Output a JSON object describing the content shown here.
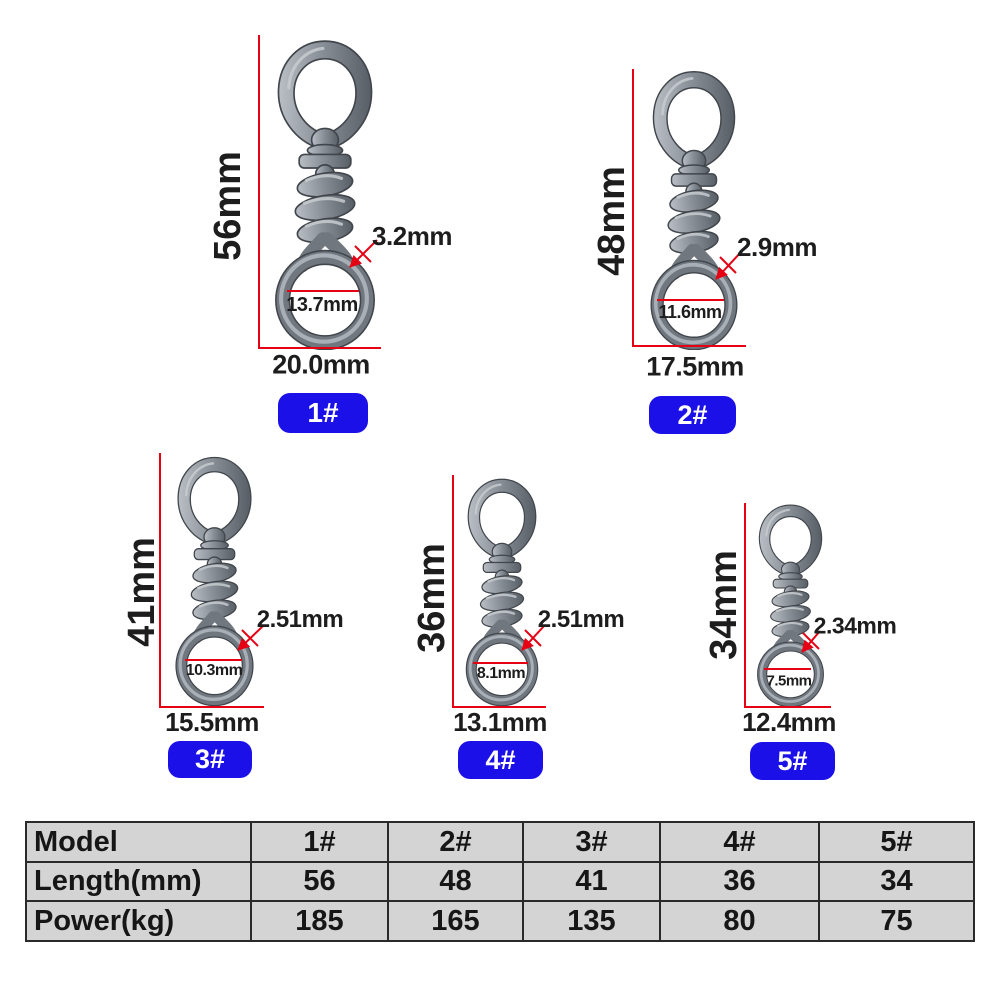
{
  "colors": {
    "background": "#ffffff",
    "accent_red": "#e60014",
    "badge_blue": "#1c10e8",
    "badge_text": "#ffffff",
    "metal_mid": "#878d94",
    "table_cell_bg": "#d4d4d4",
    "table_border": "#2a2a2a",
    "text_color": "#1d1d1d"
  },
  "swivels": [
    {
      "model": "1#",
      "height": "56mm",
      "wire_diameter": "3.2mm",
      "inner_diameter": "13.7mm",
      "width": "20.0mm"
    },
    {
      "model": "2#",
      "height": "48mm",
      "wire_diameter": "2.9mm",
      "inner_diameter": "11.6mm",
      "width": "17.5mm"
    },
    {
      "model": "3#",
      "height": "41mm",
      "wire_diameter": "2.51mm",
      "inner_diameter": "10.3mm",
      "width": "15.5mm"
    },
    {
      "model": "4#",
      "height": "36mm",
      "wire_diameter": "2.51mm",
      "inner_diameter": "8.1mm",
      "width": "13.1mm"
    },
    {
      "model": "5#",
      "height": "34mm",
      "wire_diameter": "2.34mm",
      "inner_diameter": "7.5mm",
      "width": "12.4mm"
    }
  ],
  "table": {
    "rows": [
      {
        "label": "Model",
        "values": [
          "1#",
          "2#",
          "3#",
          "4#",
          "5#"
        ]
      },
      {
        "label": "Length(mm)",
        "values": [
          "56",
          "48",
          "41",
          "36",
          "34"
        ]
      },
      {
        "label": "Power(kg)",
        "values": [
          "185",
          "165",
          "135",
          "80",
          "75"
        ]
      }
    ]
  }
}
